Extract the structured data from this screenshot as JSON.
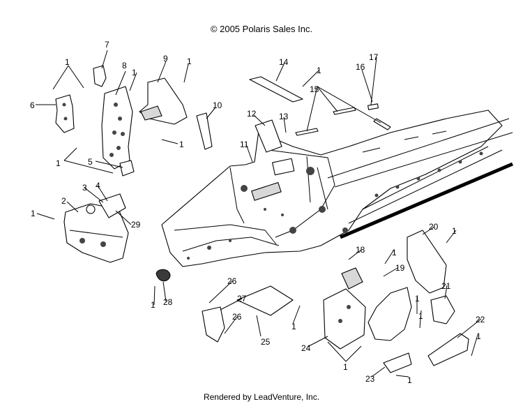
{
  "header": {
    "copyright": "© 2005 Polaris Sales Inc."
  },
  "footer": {
    "rendered_by": "Rendered by LeadVenture, Inc."
  },
  "callouts": [
    "1",
    "1",
    "1",
    "1",
    "1",
    "1",
    "1",
    "1",
    "1",
    "1",
    "1",
    "1",
    "1",
    "1",
    "1",
    "1",
    "2",
    "3",
    "4",
    "5",
    "6",
    "7",
    "8",
    "9",
    "10",
    "11",
    "12",
    "13",
    "14",
    "15",
    "16",
    "17",
    "18",
    "19",
    "20",
    "21",
    "22",
    "23",
    "24",
    "25",
    "26",
    "26",
    "27",
    "28",
    "29"
  ]
}
